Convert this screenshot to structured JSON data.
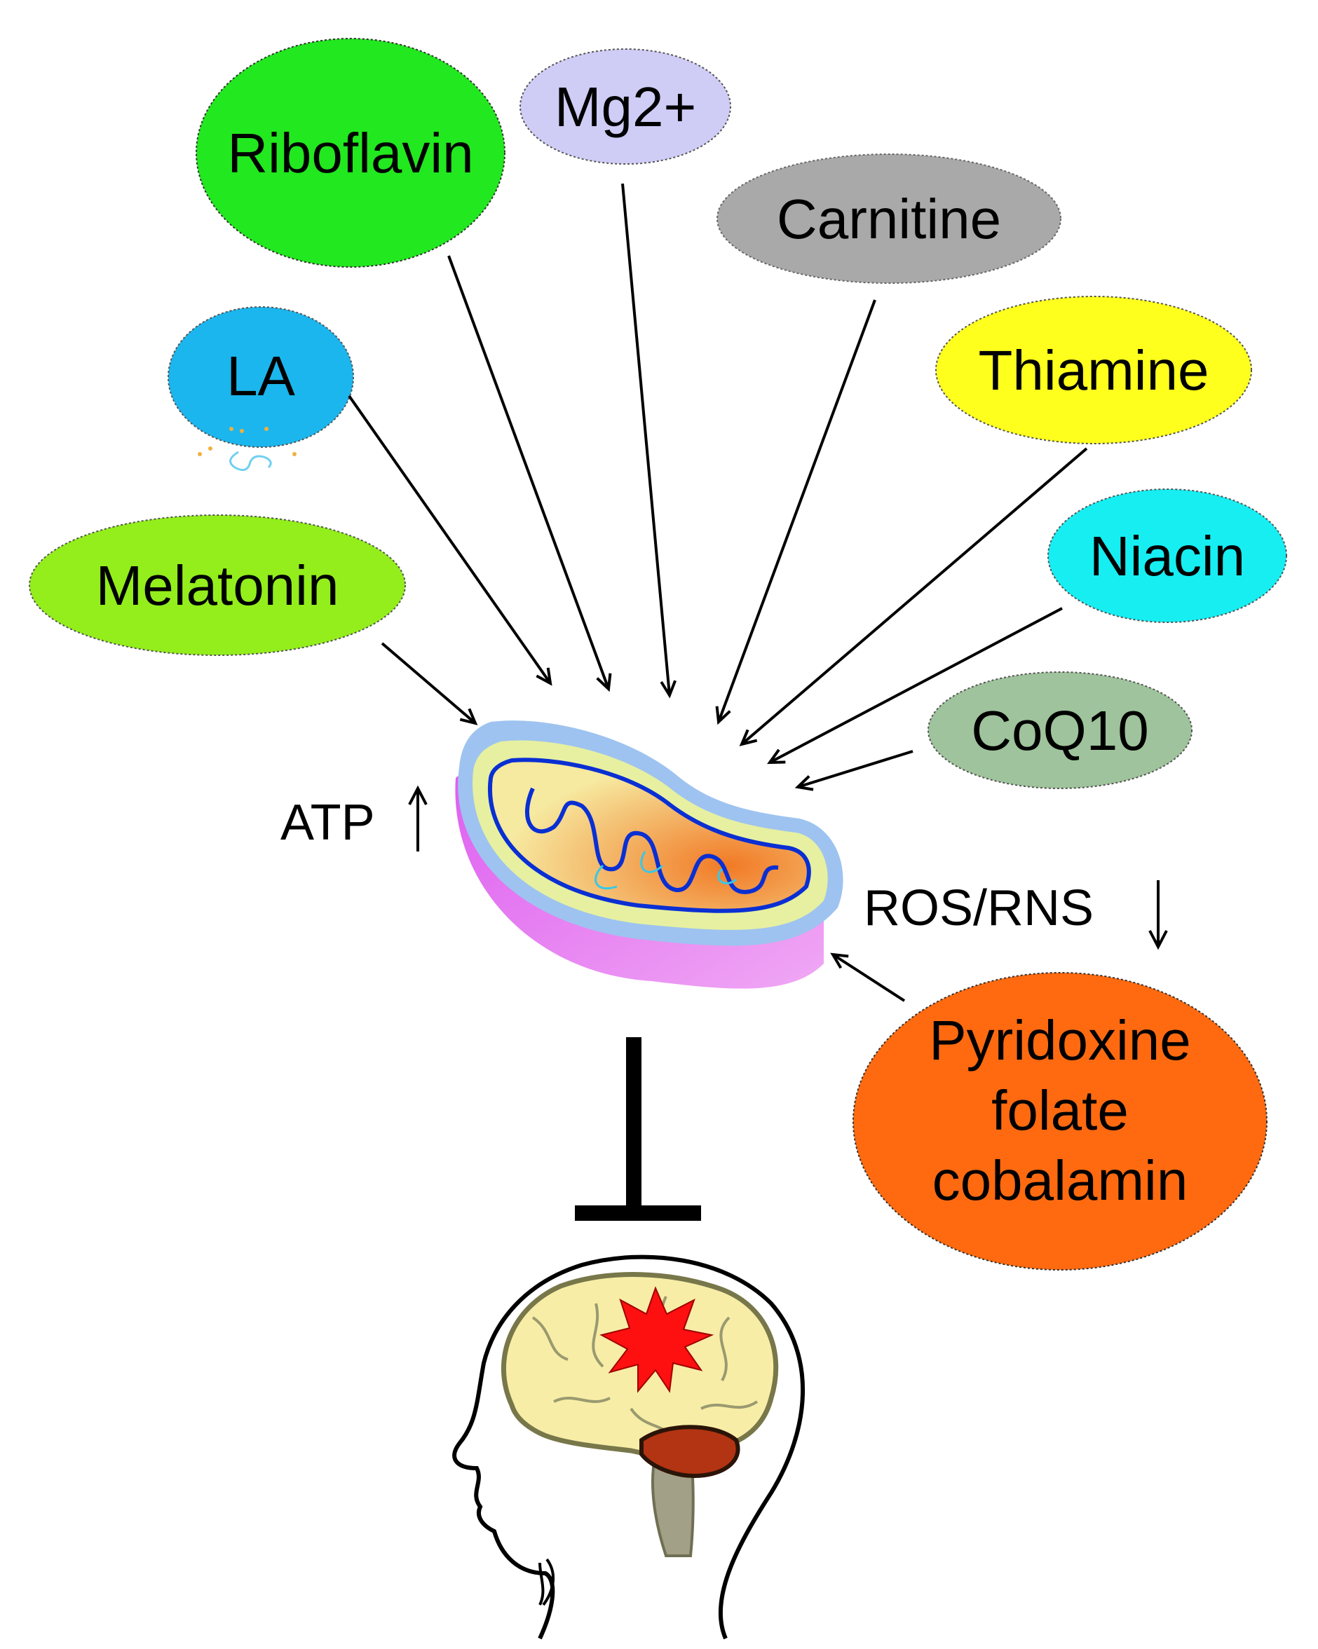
{
  "nodes": {
    "riboflavin": {
      "label": "Riboflavin",
      "color": "#22e81f"
    },
    "mg": {
      "label": "Mg2+",
      "color": "#cfcdf6"
    },
    "carnitine": {
      "label": "Carnitine",
      "color": "#a9a9a9"
    },
    "la": {
      "label": "LA",
      "color": "#1bb6ee"
    },
    "thiamine": {
      "label": "Thiamine",
      "color": "#ffff1e"
    },
    "melatonin": {
      "label": "Melatonin",
      "color": "#93ee1c"
    },
    "niacin": {
      "label": "Niacin",
      "color": "#16eef2"
    },
    "coq10": {
      "label": "CoQ10",
      "color": "#9fc39c"
    },
    "pyridoxine": {
      "lines": [
        "Pyridoxine",
        "folate",
        "cobalamin"
      ],
      "color": "#ff6a10"
    }
  },
  "effects": {
    "atp": {
      "label": "ATP",
      "direction": "up"
    },
    "ros": {
      "label": "ROS/RNS",
      "direction": "down"
    }
  },
  "icons": {
    "mitochondrion": "mitochondrion-icon",
    "inhibition": "inhibition-icon",
    "brain": "brain-head-icon",
    "la_molecule": "molecule-icon"
  },
  "colors": {
    "mito_outer": "#dd5cf0",
    "mito_membrane": "#9ec3f0",
    "mito_matrix_light": "#f6e9a0",
    "mito_matrix_dark": "#f17a26",
    "mito_cristae": "#0a2fd3",
    "brain": "#f7eda6",
    "brain_outline": "#77774a",
    "burst": "#ff1010",
    "cerebellum": "#b33412",
    "brainstem": "#a2a086"
  }
}
